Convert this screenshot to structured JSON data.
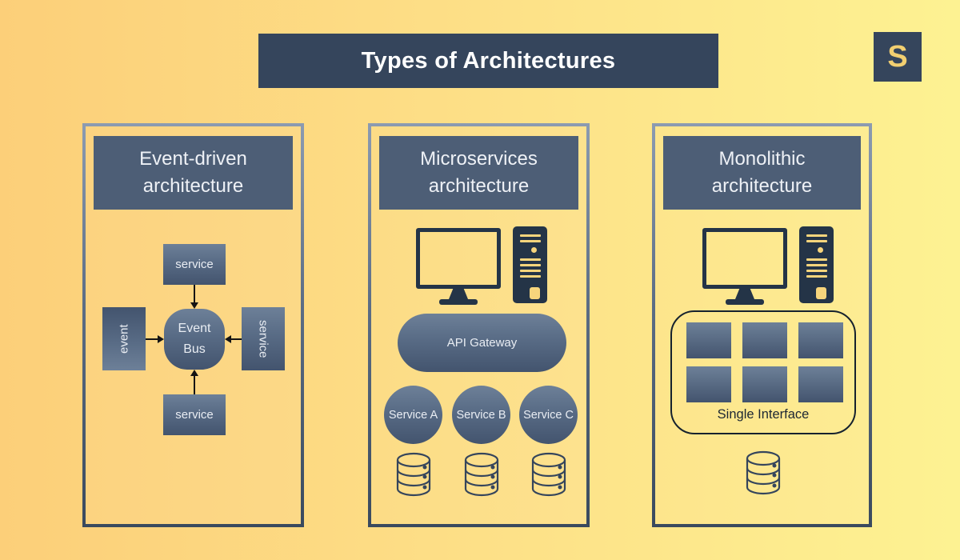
{
  "header": {
    "title": "Types of Architectures",
    "logo_letter": "S"
  },
  "colors": {
    "background_left": "#fccf79",
    "background_right": "#fdf292",
    "title_bar": "#35455c",
    "panel_border_top": "#8c9bb1",
    "panel_border_bottom": "#3a4a5e",
    "panel_header": "#4d5e76",
    "node_gradient_top": "#6d8098",
    "node_gradient_bottom": "#43546e",
    "icon_navy": "#243447",
    "database_outline": "#35455c",
    "logo_letter_yellow": "#f2cf71",
    "arrow_black": "#141414"
  },
  "panels": [
    {
      "id": "event-driven",
      "title": "Event-driven architecture",
      "nodes": {
        "top": "service",
        "left": "event",
        "center": "Event Bus",
        "right": "service",
        "bottom": "service"
      }
    },
    {
      "id": "microservices",
      "title": "Microservices architecture",
      "gateway_label": "API Gateway",
      "services": [
        "Service A",
        "Service B",
        "Service C"
      ]
    },
    {
      "id": "monolithic",
      "title": "Monolithic architecture",
      "interface_label": "Single Interface"
    }
  ]
}
